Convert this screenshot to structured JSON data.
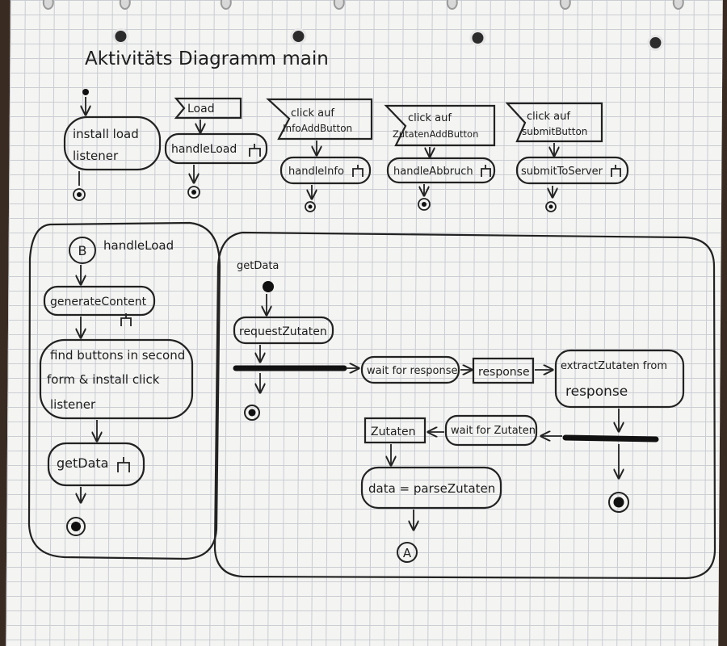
{
  "title": "Aktivitäts Diagramm main",
  "handlers": [
    {
      "event": "",
      "action": "install load listener",
      "action_l1": "install load",
      "action_l2": "listener"
    },
    {
      "event": "Load",
      "action": "handleLoad"
    },
    {
      "event": "click auf InfoAddButton",
      "event_l1": "click auf",
      "event_l2": "InfoAddButton",
      "action": "handleInfo"
    },
    {
      "event": "click auf ZutatenAddButton",
      "event_l1": "click auf",
      "event_l2": "ZutatenAddButton",
      "action": "handleAbbruch"
    },
    {
      "event": "click auf submitButton",
      "event_l1": "click auf",
      "event_l2": "submitButton",
      "action": "submitToServer"
    }
  ],
  "handleLoad_panel": {
    "connector": "B",
    "title": "handleLoad",
    "steps": {
      "generate": "generateContent",
      "find_l1": "find buttons in second",
      "find_l2": "form & install click",
      "find_l3": "listener",
      "getData": "getData"
    }
  },
  "getData_panel": {
    "title": "getData",
    "requestZutaten": "requestZutaten",
    "wait_response": "wait for response",
    "response": "response",
    "extract_l1": "extractZutaten from",
    "extract_l2": "response",
    "wait_zutaten": "wait for Zutaten",
    "zutaten": "Zutaten",
    "data_parse": "data = parseZutaten",
    "connector": "A"
  }
}
